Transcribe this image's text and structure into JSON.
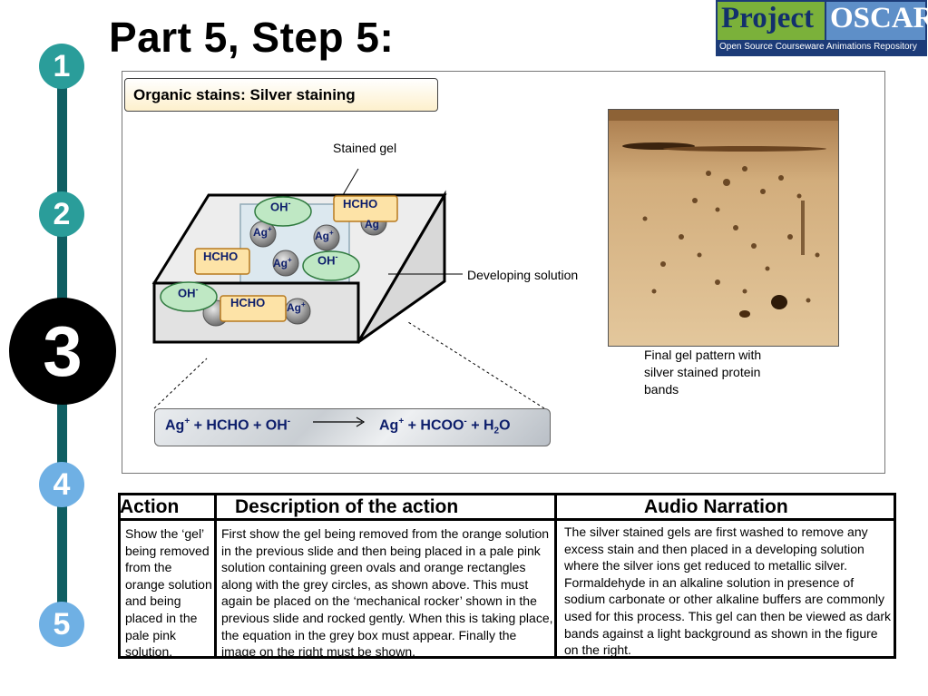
{
  "title": "Part 5, Step 5:",
  "logo": {
    "word1": "Project",
    "word2": "OSCAR",
    "subtitle": "Open Source Courseware Animations Repository"
  },
  "steps": [
    {
      "label": "1",
      "color": "#2a9d9a"
    },
    {
      "label": "2",
      "color": "#2a9d9a"
    },
    {
      "label": "3",
      "color": "#000000",
      "active": true
    },
    {
      "label": "4",
      "color": "#6fb0e4"
    },
    {
      "label": "5",
      "color": "#6fb0e4"
    }
  ],
  "panel": {
    "heading": "Organic stains: Silver staining",
    "stained_gel_label": "Stained gel",
    "developing_label": "Developing solution",
    "caption": "Final gel pattern with silver stained protein bands",
    "molecules": {
      "oh": "OH",
      "oh_charge": "-",
      "hcho": "HCHO",
      "ag": "Ag",
      "ag_charge": "+"
    },
    "equation": {
      "left": "Ag+ + HCHO + OH-",
      "right": "Ag+ + HCOO- + H2O",
      "l1": "Ag",
      "l1s": "+",
      "l2": " + HCHO + OH",
      "l2s": "-",
      "r1": "Ag",
      "r1s": "+",
      "r2": " + HCOO",
      "r2s": "-",
      "r3": " + H",
      "r3s": "2",
      "r4": "O"
    }
  },
  "table": {
    "headers": [
      "Action",
      "Description of the action",
      "Audio Narration"
    ],
    "action": "Show the ‘gel’ being removed from the orange solution and being placed in the pale pink solution.",
    "description": "First show the gel being removed from the orange solution in the previous slide and then being placed in a pale pink solution  containing green ovals and orange rectangles along with the grey circles, as shown above. This must again be placed on the ‘mechanical rocker’ shown in the previous slide and rocked gently. When this is taking place, the equation in the grey box must appear. Finally the image on the right must be shown.",
    "narration": "The silver stained gels are first washed to remove any excess stain and then placed in a developing solution where the silver ions get reduced to metallic silver. Formaldehyde in an alkaline solution in presence of sodium carbonate or other alkaline buffers are commonly used for this process. This gel can then be viewed as dark bands against a light background as shown in the figure on the right."
  },
  "colors": {
    "rail": "#0f5e62",
    "hcho_fill": "#fde3a7",
    "oh_fill": "#bfe8c4",
    "ag_fill": "#8a8a8a",
    "gel_bg": "#c8a070"
  }
}
